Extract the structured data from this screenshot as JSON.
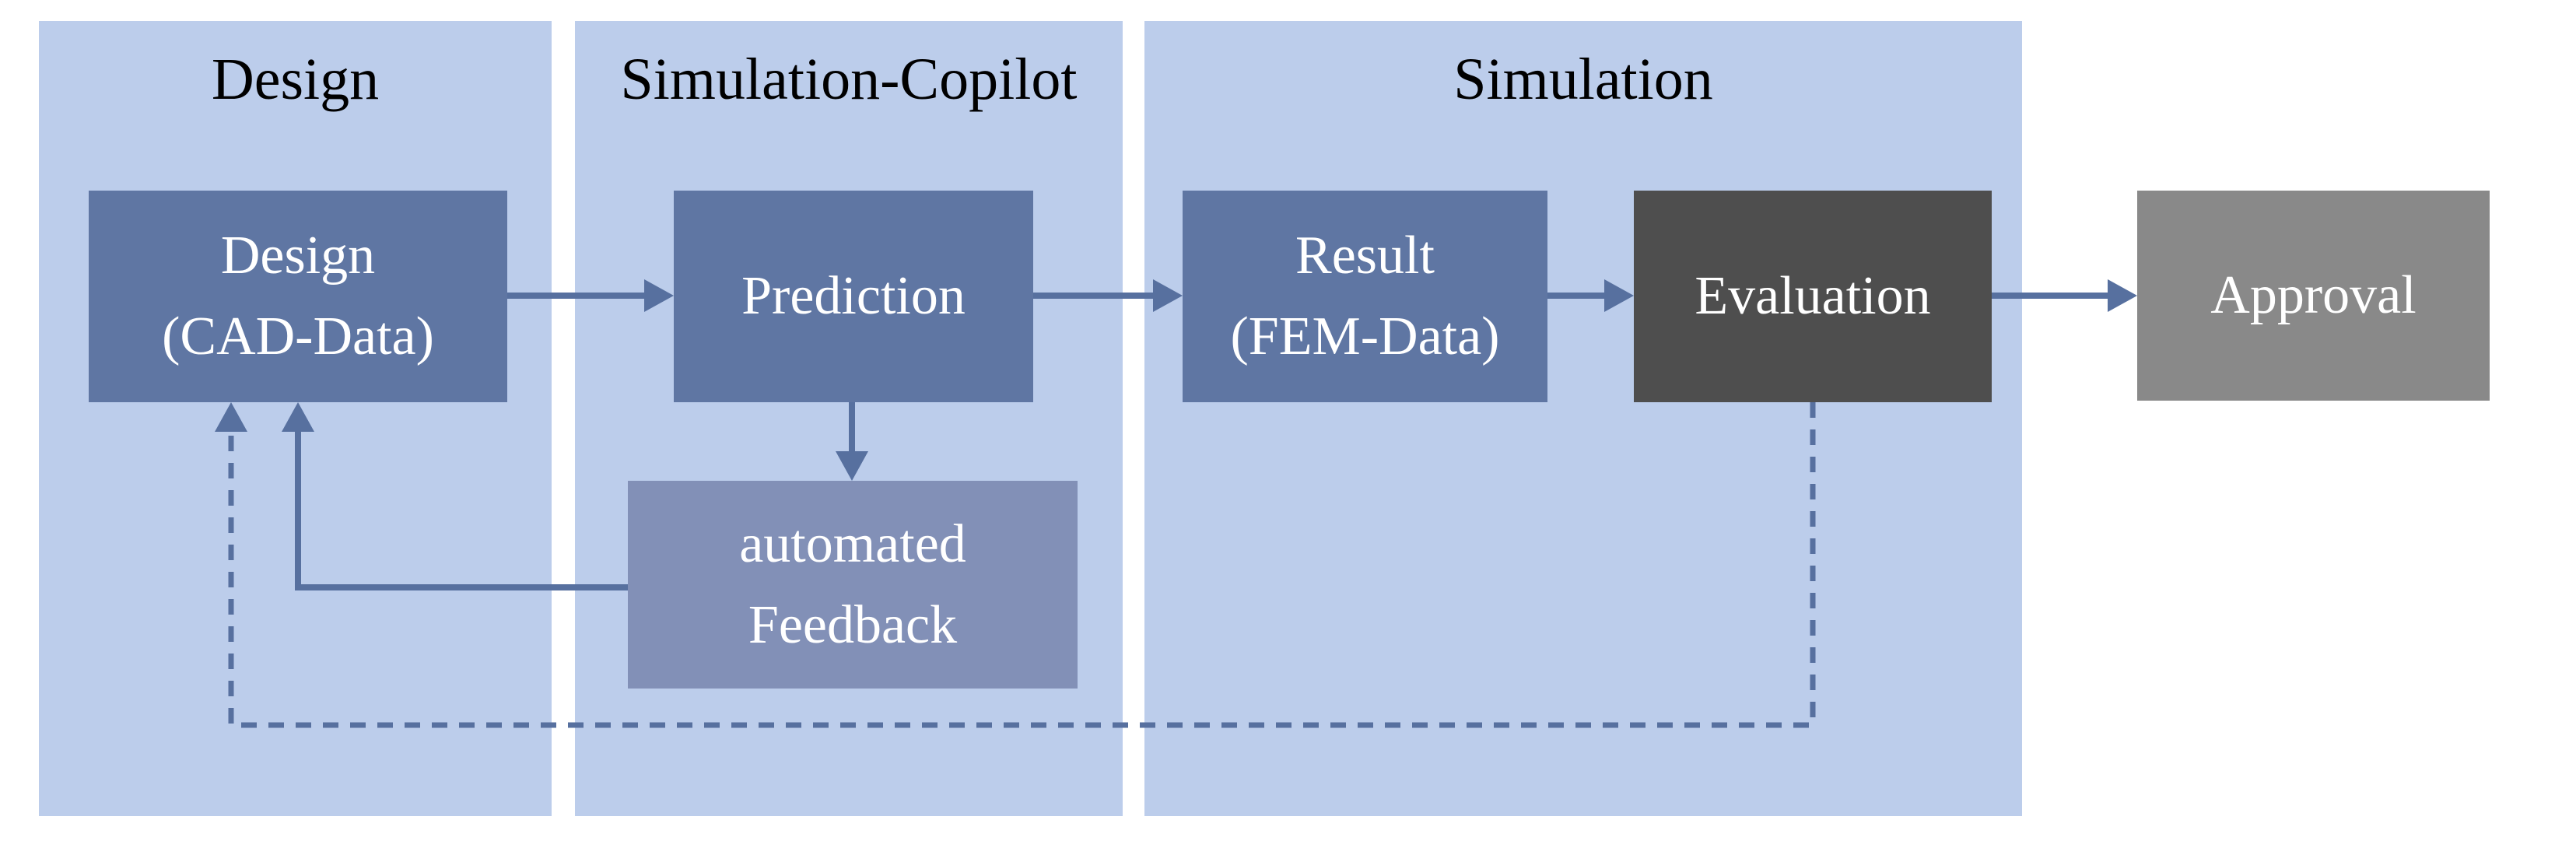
{
  "colors": {
    "background": "#ffffff",
    "panel": "#bccdeb",
    "node_primary": "#5f76a3",
    "node_feedback": "#8290b7",
    "node_evaluation": "#4e4e4e",
    "node_approval": "#898989",
    "connector": "#57709f",
    "title_text": "#000000",
    "node_text": "#ffffff"
  },
  "panels": {
    "design": {
      "title": "Design"
    },
    "copilot": {
      "title": "Simulation-Copilot"
    },
    "simulation": {
      "title": "Simulation"
    }
  },
  "nodes": {
    "design_cad": {
      "lines": [
        "Design",
        "(CAD-Data)"
      ]
    },
    "prediction": {
      "lines": [
        "Prediction"
      ]
    },
    "result_fem": {
      "lines": [
        "Result",
        "(FEM-Data)"
      ]
    },
    "evaluation": {
      "lines": [
        "Evaluation"
      ]
    },
    "approval": {
      "lines": [
        "Approval"
      ]
    },
    "automated_feedback": {
      "lines": [
        "automated",
        "Feedback"
      ]
    }
  },
  "connectors": [
    {
      "from": "Design (CAD-Data)",
      "to": "Prediction",
      "style": "solid-arrow"
    },
    {
      "from": "Prediction",
      "to": "Result (FEM-Data)",
      "style": "solid-arrow"
    },
    {
      "from": "Result (FEM-Data)",
      "to": "Evaluation",
      "style": "solid-arrow"
    },
    {
      "from": "Evaluation",
      "to": "Approval",
      "style": "solid-arrow"
    },
    {
      "from": "Prediction",
      "to": "automated Feedback",
      "style": "solid-arrow"
    },
    {
      "from": "automated Feedback",
      "to": "Design (CAD-Data)",
      "style": "solid-arrow"
    },
    {
      "from": "Evaluation",
      "to": "Design (CAD-Data)",
      "style": "dashed-arrow"
    }
  ]
}
